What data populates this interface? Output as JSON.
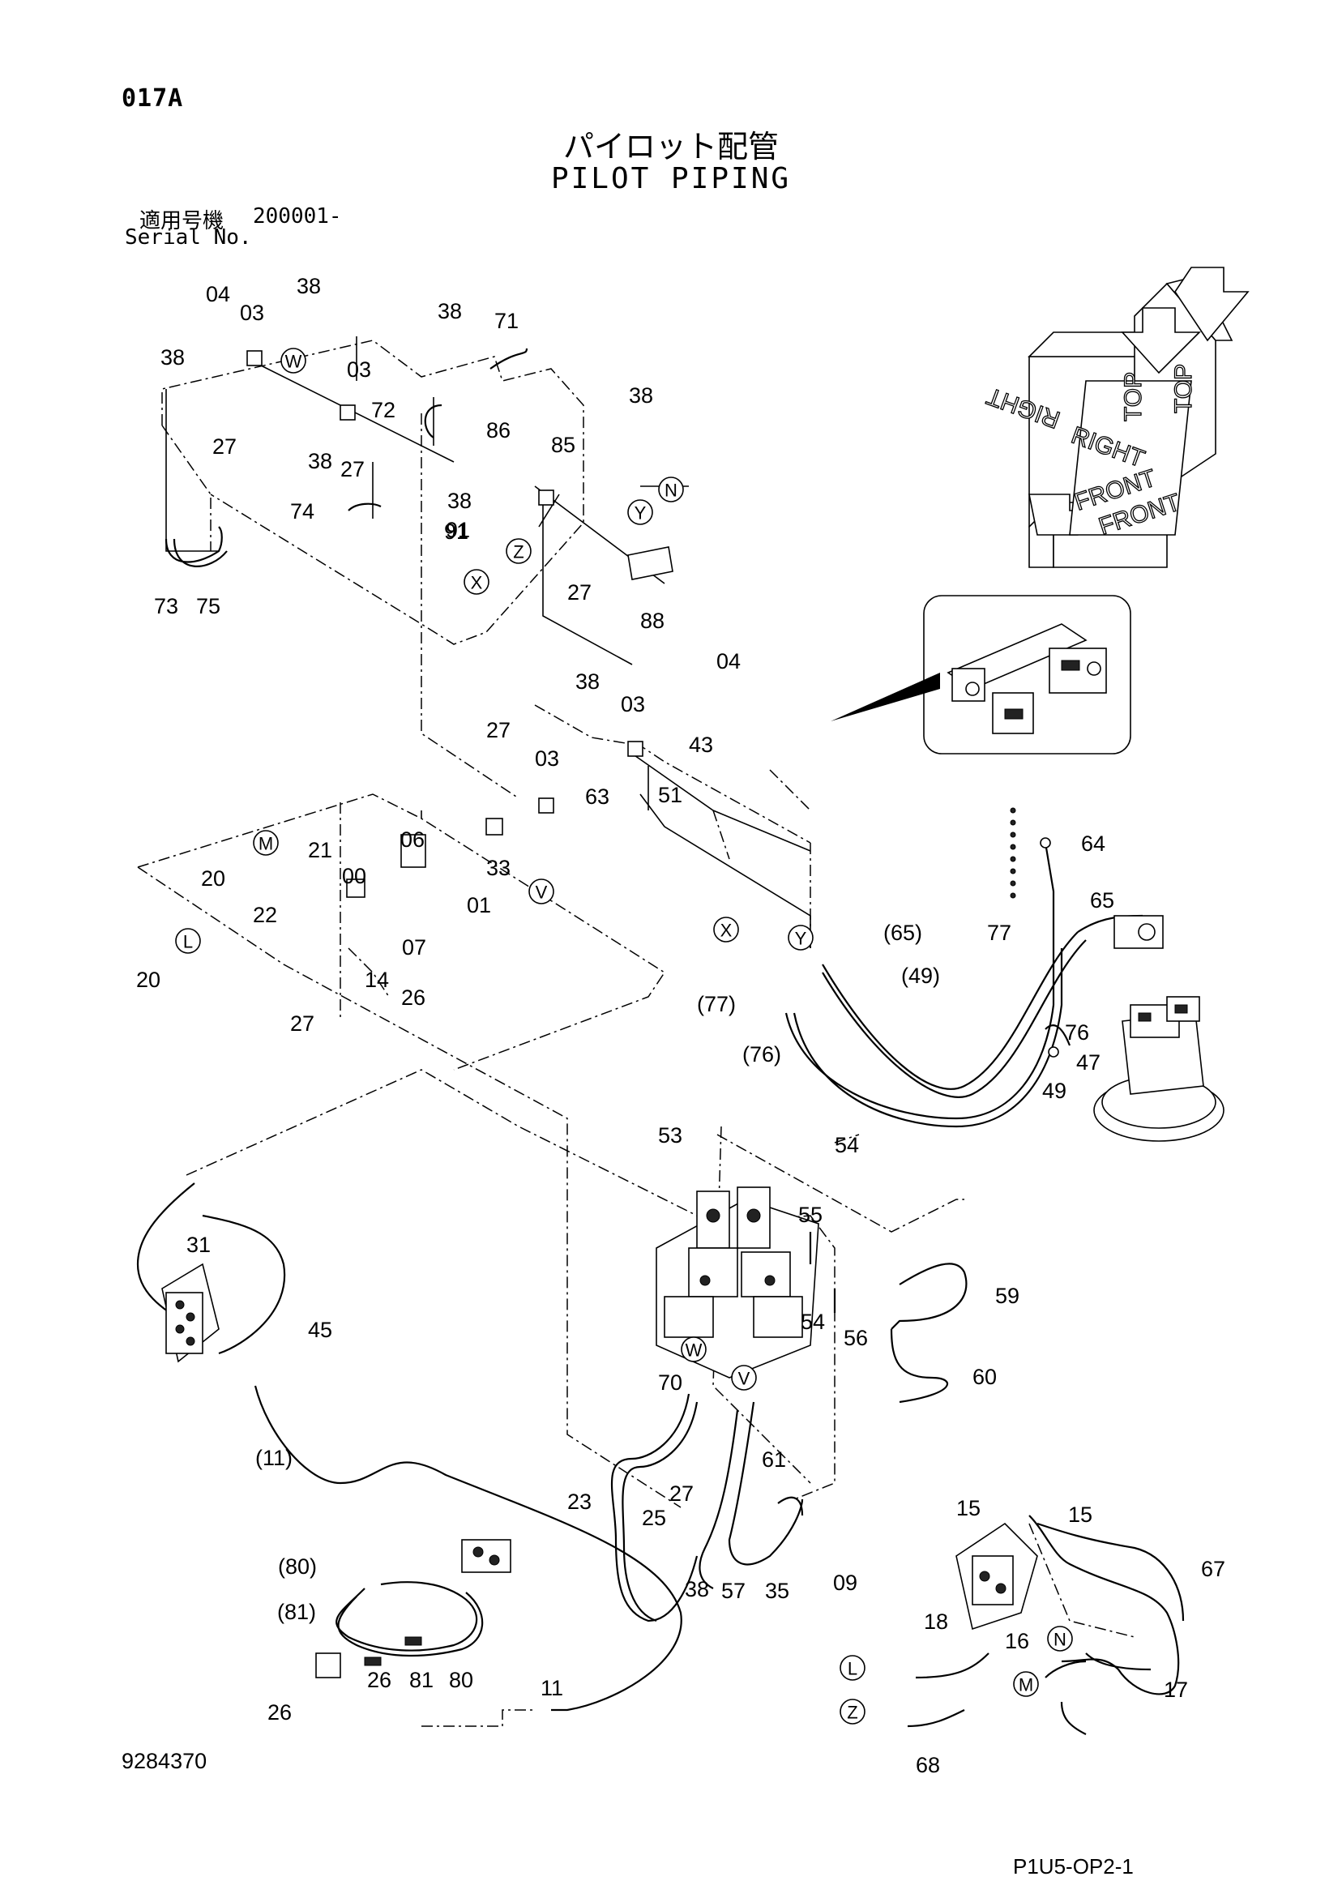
{
  "header": {
    "page_code": "017A",
    "title_ja": "パイロット配管",
    "title_en": "PILOT PIPING",
    "serial_label_ja": "適用号機",
    "serial_range": "200001-",
    "serial_label_en": "Serial No."
  },
  "footer": {
    "drawing_number": "9284370",
    "sheet_code": "P1U5-OP2-1"
  },
  "orientation_labels": {
    "top_a": "TOP",
    "top_b": "TOP",
    "right_a": "RIGHT",
    "right_b": "RIGHT",
    "front_a": "FRONT",
    "front_b": "FRONT"
  },
  "callouts": [
    "04",
    "03",
    "38",
    "38",
    "38",
    "71",
    "03",
    "72",
    "27",
    "38",
    "27",
    "86",
    "85",
    "38",
    "91",
    "74",
    "38",
    "91",
    "27",
    "73",
    "75",
    "88",
    "04",
    "38",
    "03",
    "27",
    "03",
    "43",
    "51",
    "63",
    "06",
    "21",
    "00",
    "20",
    "22",
    "33",
    "01",
    "07",
    "20",
    "14",
    "26",
    "27",
    "64",
    "65",
    "(65)",
    "(49)",
    "77",
    "76",
    "(77)",
    "(76)",
    "47",
    "49",
    "53",
    "54",
    "55",
    "54",
    "59",
    "56",
    "60",
    "31",
    "45",
    "(11)",
    "70",
    "61",
    "23",
    "27",
    "25",
    "38",
    "57",
    "35",
    "09",
    "(80)",
    "(81)",
    "81",
    "80",
    "26",
    "26",
    "11",
    "15",
    "15",
    "67",
    "18",
    "16",
    "17",
    "68"
  ],
  "connection_markers": [
    "W",
    "N",
    "Y",
    "Z",
    "X",
    "M",
    "V",
    "L",
    "X",
    "Y",
    "W",
    "V",
    "N",
    "L",
    "M",
    "Z"
  ]
}
